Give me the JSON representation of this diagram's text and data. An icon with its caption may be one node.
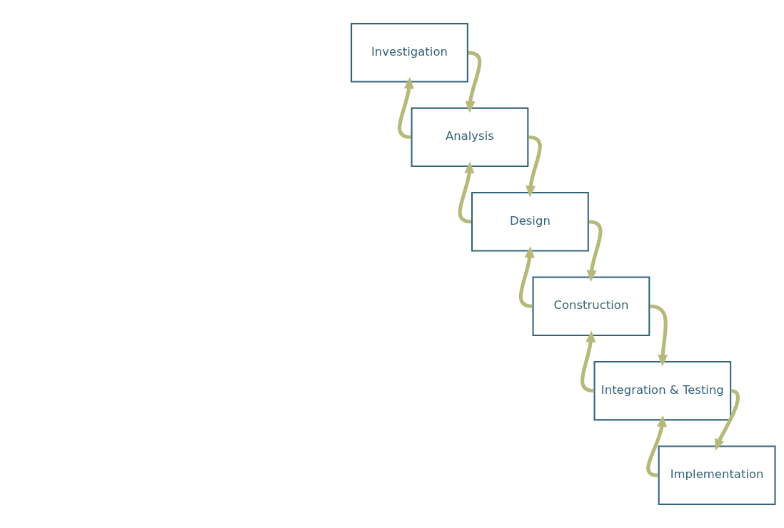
{
  "diagram": {
    "nodes": [
      {
        "text": [
          "Investigation"
        ]
      },
      {
        "text": [
          "Analysis"
        ]
      },
      {
        "text": [
          "Design"
        ]
      },
      {
        "text": [
          "Construction"
        ]
      },
      {
        "text": [
          "Integration & Testing"
        ]
      },
      {
        "text": [
          "Implementation"
        ]
      }
    ],
    "edges": [
      {
        "from": 0,
        "to": 1,
        "arrow": "to"
      },
      {
        "from": 1,
        "to": 0,
        "arrow": "to"
      },
      {
        "from": 1,
        "to": 2,
        "arrow": "to"
      },
      {
        "from": 2,
        "to": 1,
        "arrow": "to"
      },
      {
        "from": 2,
        "to": 3,
        "arrow": "to"
      },
      {
        "from": 3,
        "to": 2,
        "arrow": "to"
      },
      {
        "from": 3,
        "to": 4,
        "arrow": "to"
      },
      {
        "from": 4,
        "to": 3,
        "arrow": "to"
      },
      {
        "from": 4,
        "to": 5,
        "arrow": "to"
      },
      {
        "from": 5,
        "to": 4,
        "arrow": "to"
      }
    ]
  }
}
